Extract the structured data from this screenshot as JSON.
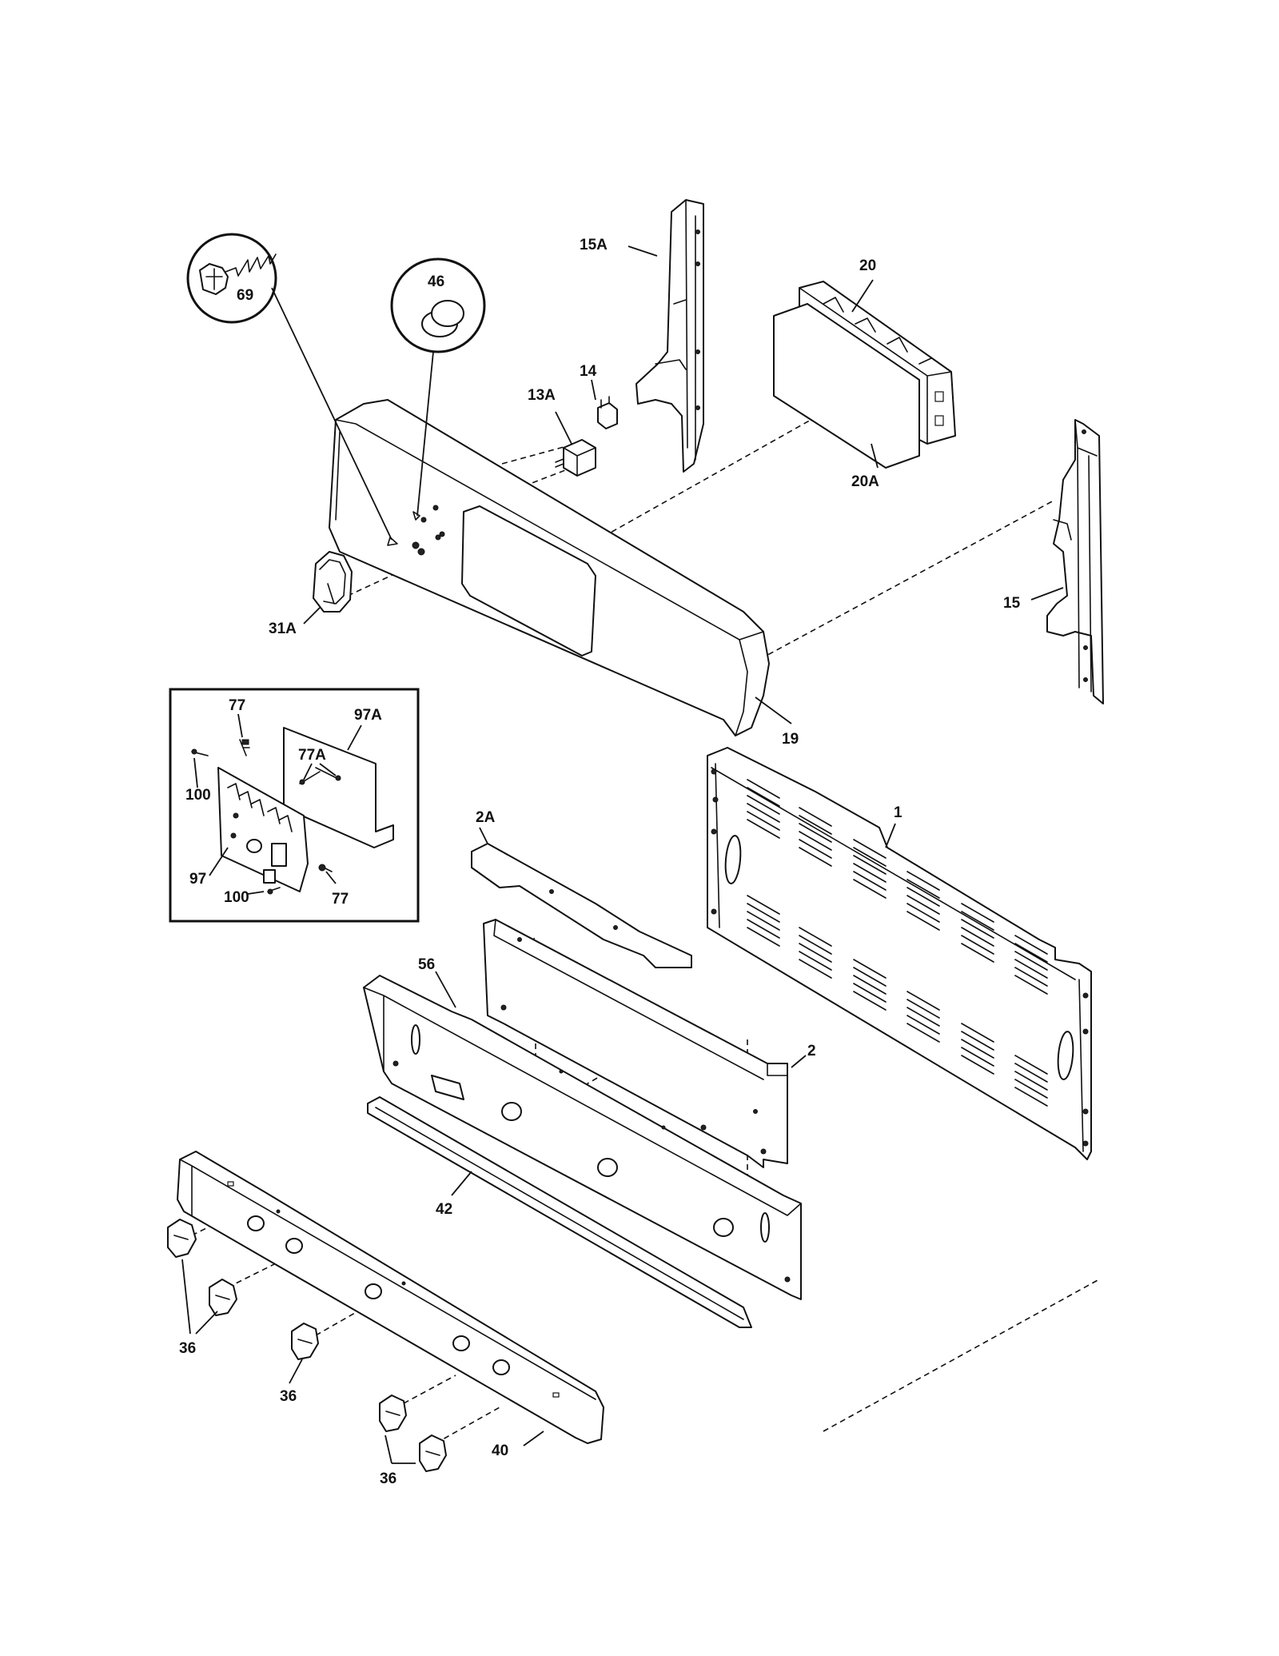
{
  "callouts": {
    "p1": "1",
    "p2": "2",
    "p2a": "2A",
    "p13a": "13A",
    "p14": "14",
    "p15": "15",
    "p15a": "15A",
    "p19": "19",
    "p20": "20",
    "p20a": "20A",
    "p31a": "31A",
    "p36a": "36",
    "p36b": "36",
    "p36c": "36",
    "p40": "40",
    "p42": "42",
    "p46": "46",
    "p56": "56",
    "p69": "69",
    "p77a": "77",
    "p77b": "77",
    "p77c": "77A",
    "p97": "97",
    "p97a": "97A",
    "p100a": "100",
    "p100b": "100"
  }
}
